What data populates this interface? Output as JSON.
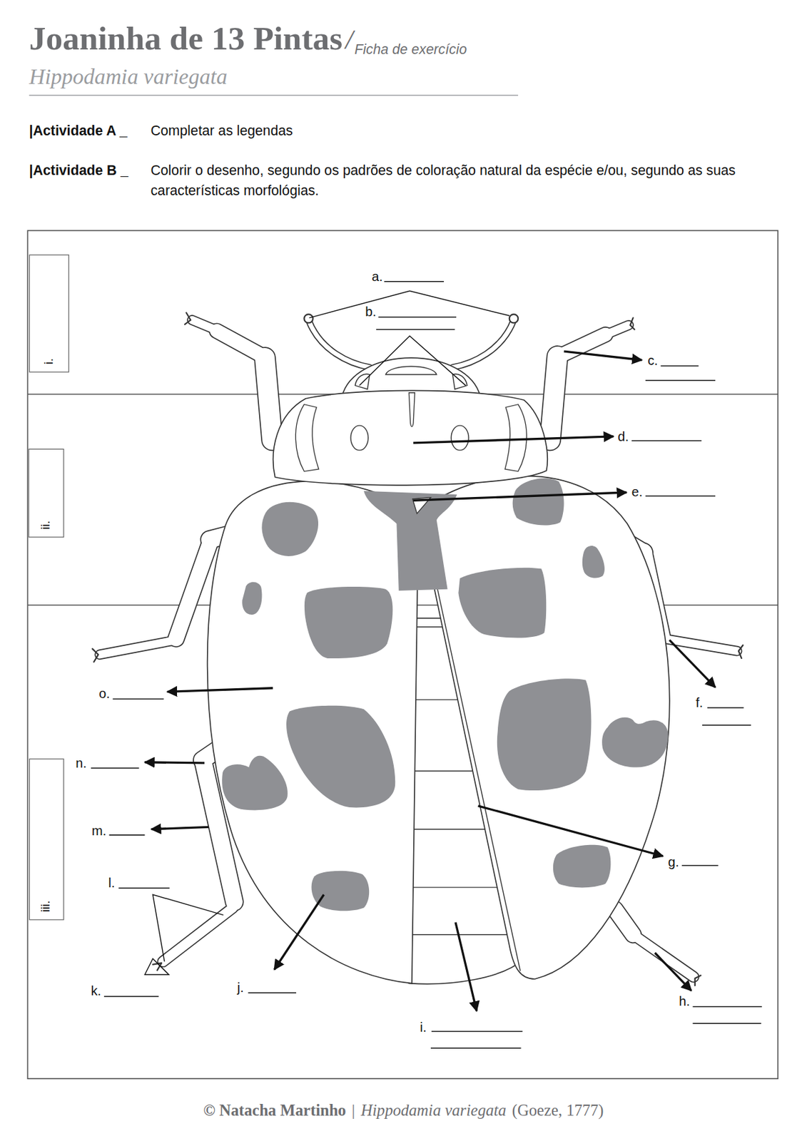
{
  "diagram": {
    "title": "Joaninha de 13 Pintas",
    "nodes": [
      {
        "text": [
          "i."
        ]
      },
      {
        "text": [
          "ii."
        ]
      },
      {
        "text": [
          "iii."
        ]
      }
    ],
    "labels": [
      "/",
      "Ficha de exercício",
      "Hippodamia variegata",
      "|Actividade A _",
      "Completar as legendas",
      "|Actividade B _",
      "Colorir o desenho, segundo os padrões de coloração natural da espécie e/ou, segundo as suas características morfológias.",
      "a.",
      "b.",
      "c.",
      "d.",
      "e.",
      "f.",
      "g.",
      "h.",
      "i.",
      "j.",
      "k.",
      "l.",
      "m.",
      "n.",
      "o.",
      "© Natacha Martinho",
      "|",
      "Hippodamia variegata",
      "(Goeze, 1777)"
    ]
  }
}
